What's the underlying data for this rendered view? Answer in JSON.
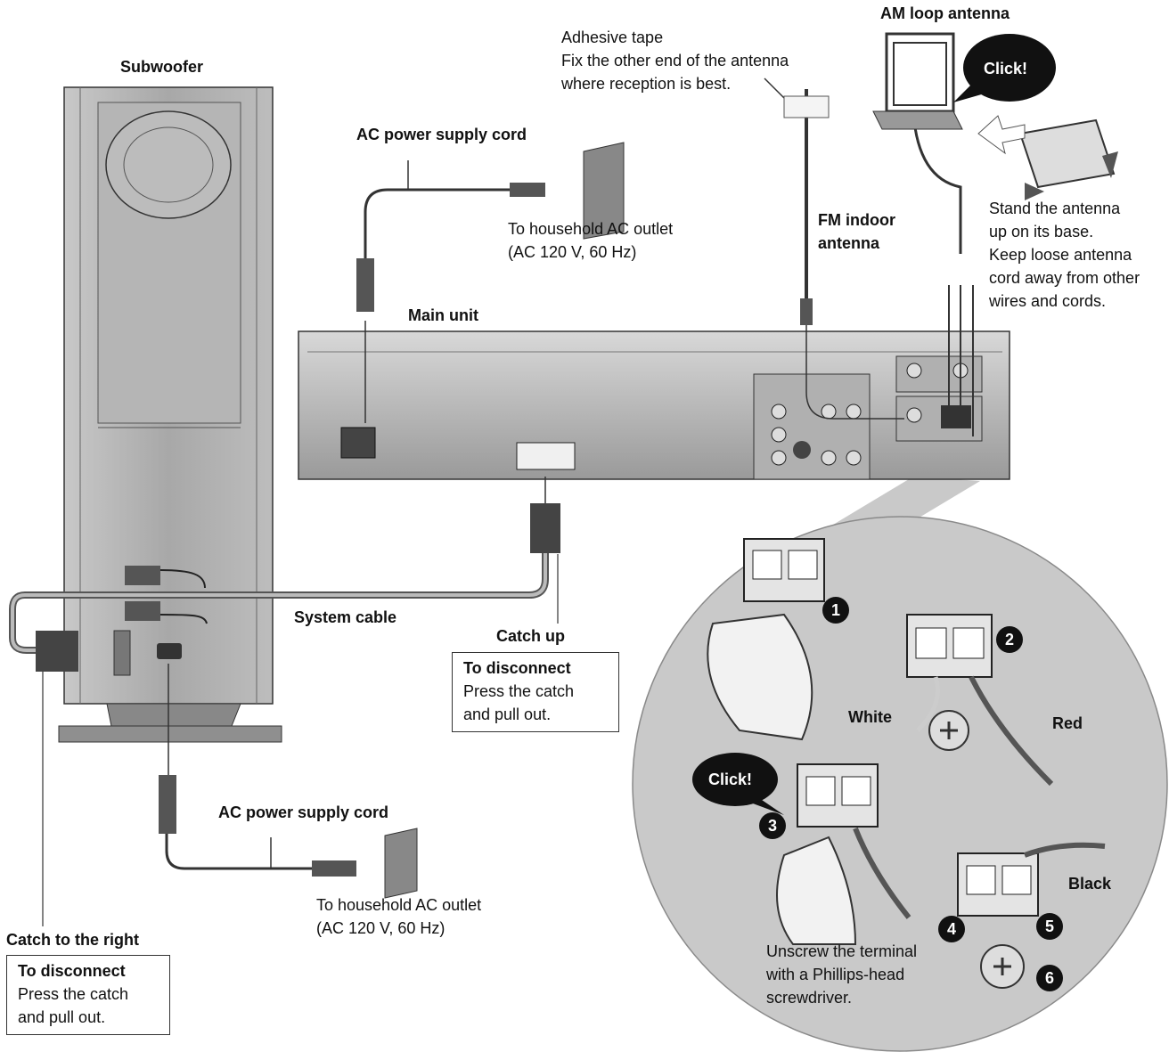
{
  "labels": {
    "subwoofer": "Subwoofer",
    "ac_cord_top": "AC power supply cord",
    "outlet_top_line1": "To household AC outlet",
    "outlet_top_line2": "(AC 120 V, 60 Hz)",
    "main_unit": "Main unit",
    "tape_line1": "Adhesive tape",
    "tape_line2": "Fix the other end of the antenna",
    "tape_line3": "where reception is best.",
    "fm_line1": "FM indoor",
    "fm_line2": "antenna",
    "am_loop": "AM loop antenna",
    "click_top": "Click!",
    "stand_line1": "Stand the antenna",
    "stand_line2": "up on its base.",
    "stand_line3": "Keep loose antenna",
    "stand_line4": "cord away from other",
    "stand_line5": "wires and cords.",
    "system_cable": "System cable",
    "catch_up": "Catch up",
    "ac_cord_bottom": "AC power supply cord",
    "outlet_bottom_line1": "To household AC outlet",
    "outlet_bottom_line2": "(AC 120 V, 60 Hz)",
    "catch_right": "Catch to the right",
    "white": "White",
    "red": "Red",
    "black": "Black",
    "click_bottom": "Click!",
    "unscrew_line1": "Unscrew the terminal",
    "unscrew_line2": "with a Phillips-head",
    "unscrew_line3": "screwdriver."
  },
  "disconnect_box_1": {
    "title": "To disconnect",
    "line1": "Press the catch",
    "line2": "and pull out."
  },
  "disconnect_box_2": {
    "title": "To disconnect",
    "line1": "Press the catch",
    "line2": "and pull out."
  },
  "steps": [
    "1",
    "2",
    "3",
    "4",
    "5",
    "6"
  ]
}
